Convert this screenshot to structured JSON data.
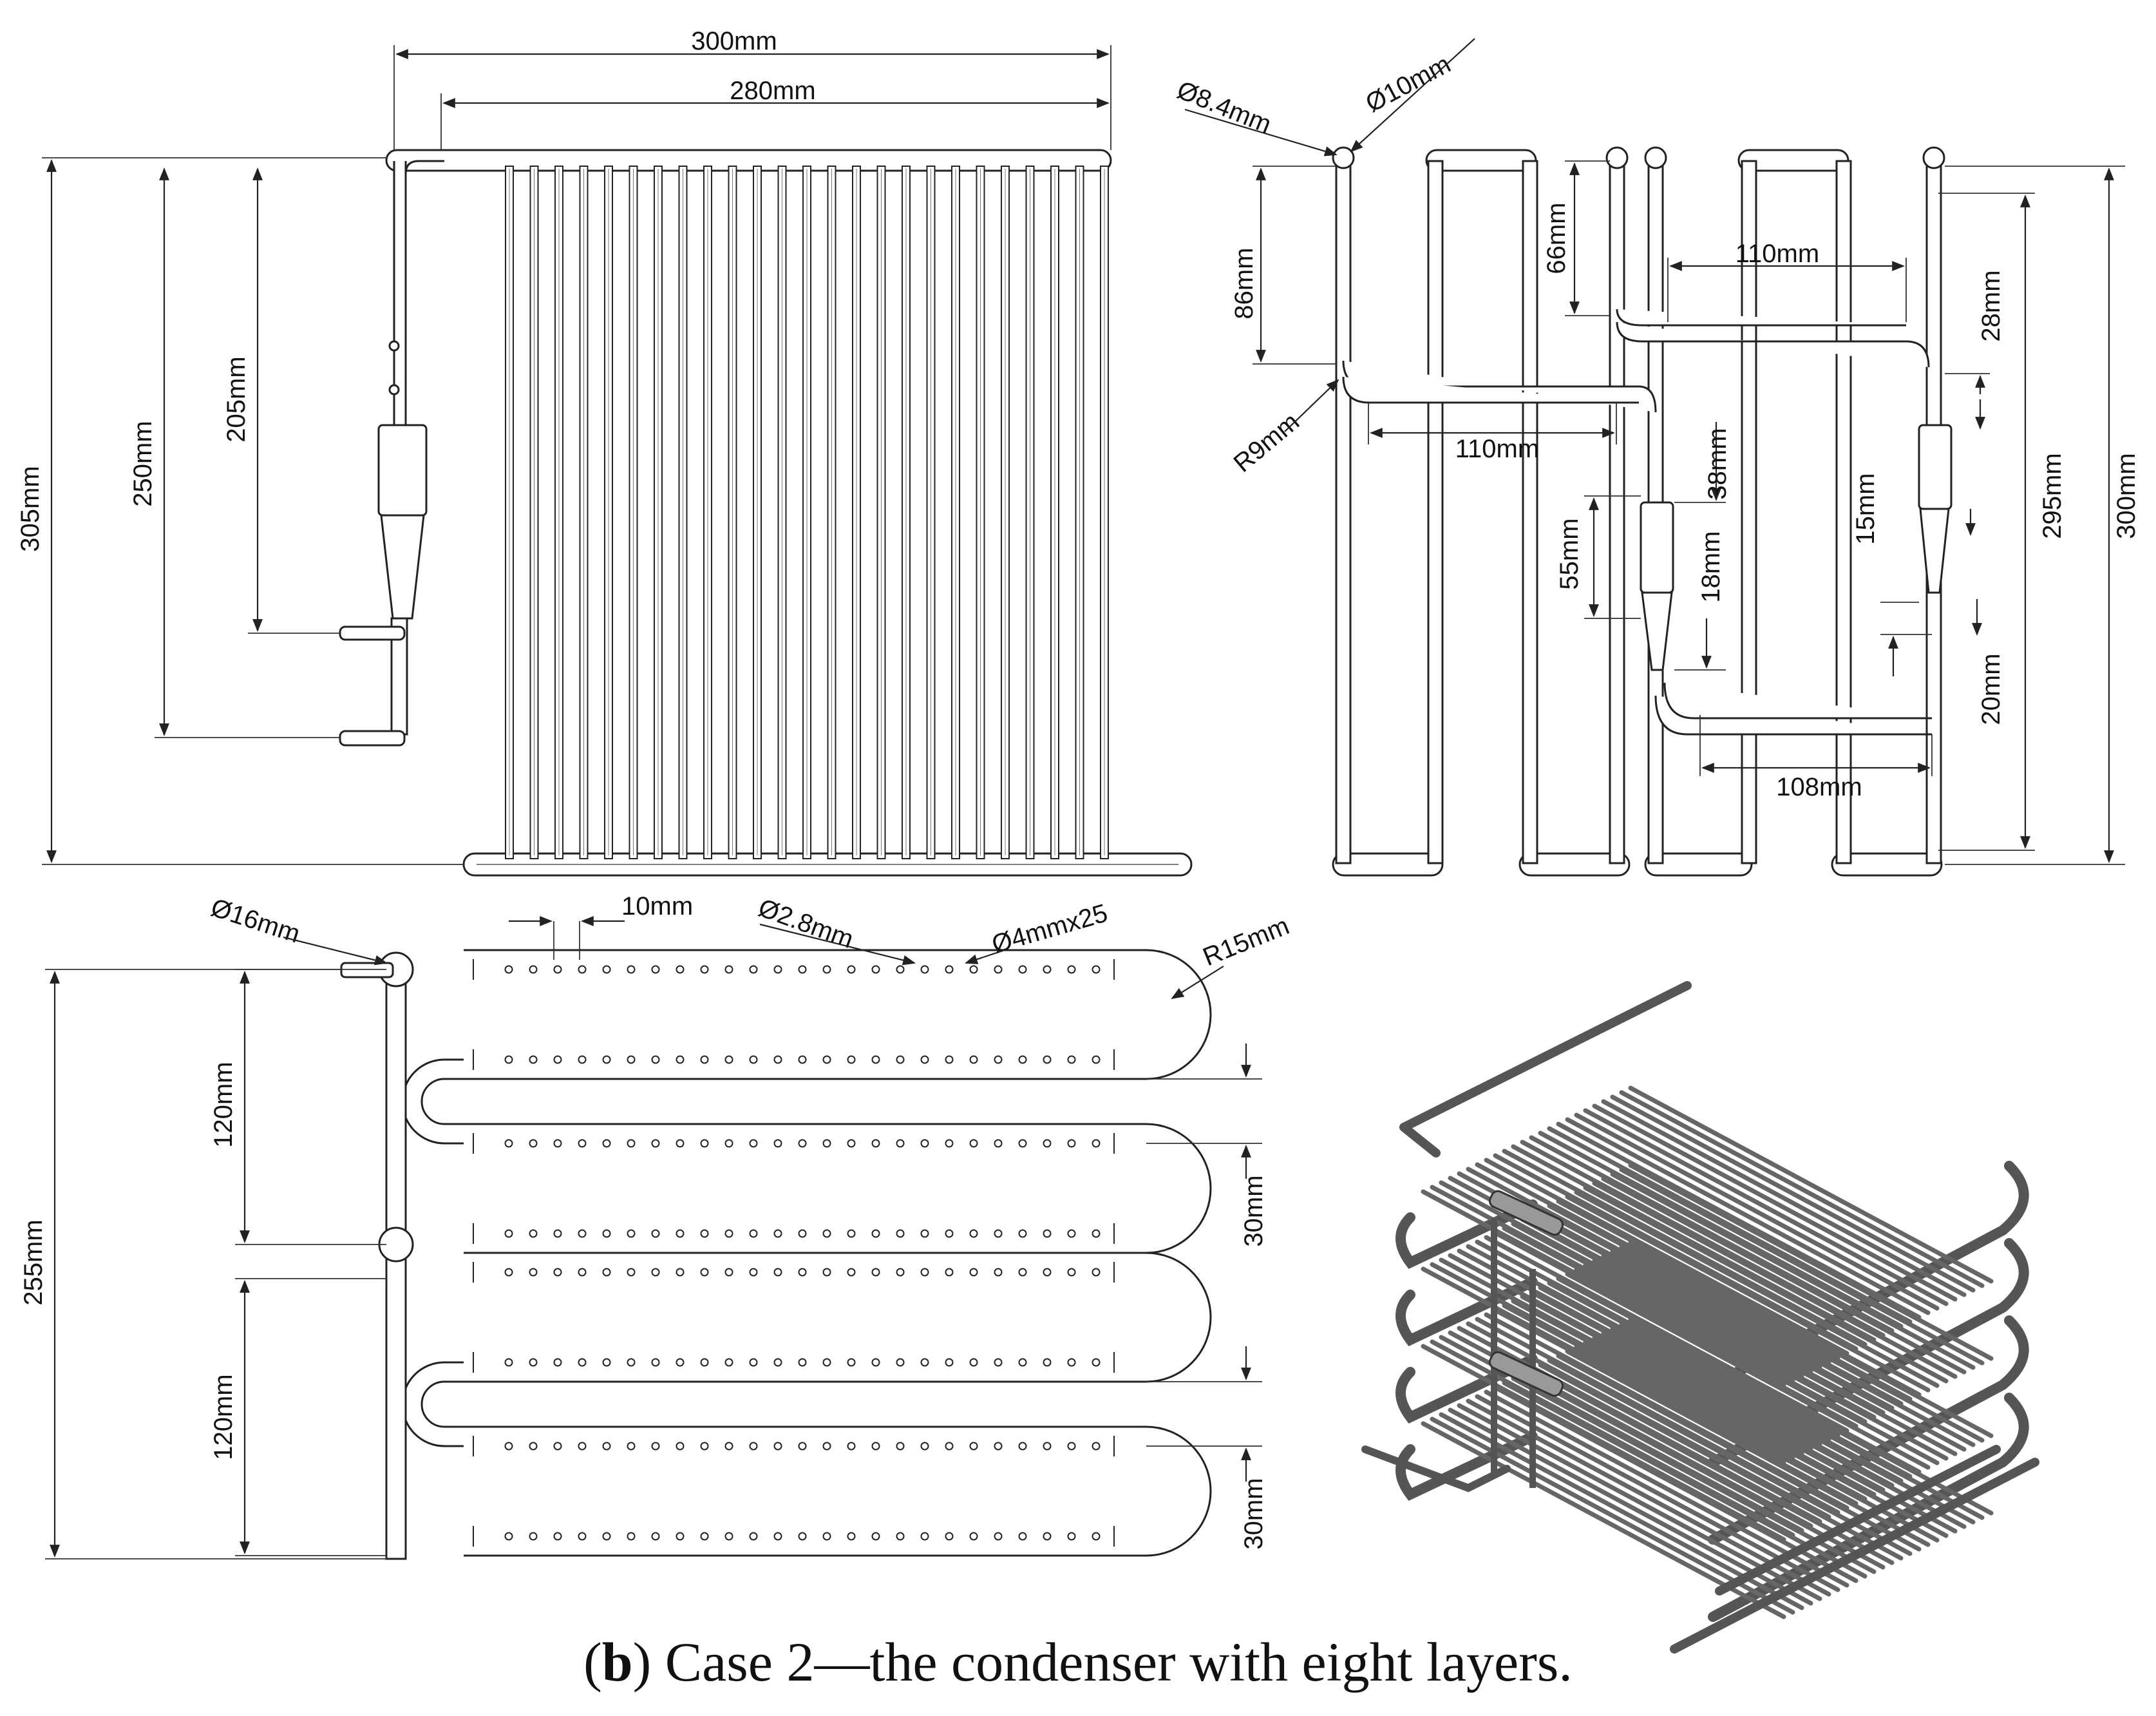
{
  "caption": {
    "label": "b",
    "text": ") Case 2—the condenser with eight layers."
  },
  "front_view": {
    "width_outer": "300mm",
    "width_inner": "280mm",
    "height_total": "305mm",
    "height_250": "250mm",
    "height_205": "205mm"
  },
  "side_view": {
    "d_84": "Ø8.4mm",
    "d_10": "Ø10mm",
    "r9": "R9mm",
    "h86": "86mm",
    "h66": "66mm",
    "w110_top": "110mm",
    "w110_bottom": "110mm",
    "h28": "28mm",
    "h38": "38mm",
    "h55": "55mm",
    "h18": "18mm",
    "h15": "15mm",
    "h20": "20mm",
    "w108": "108mm",
    "h295": "295mm",
    "h300": "300mm"
  },
  "top_view": {
    "d16": "Ø16mm",
    "pitch": "10mm",
    "d28": "Ø2.8mm",
    "fins": "Ø4mmx25",
    "r15": "R15mm",
    "h120_a": "120mm",
    "h120_b": "120mm",
    "h255": "255mm",
    "gap30_a": "30mm",
    "gap30_b": "30mm"
  },
  "iso_view": {
    "label": ""
  }
}
